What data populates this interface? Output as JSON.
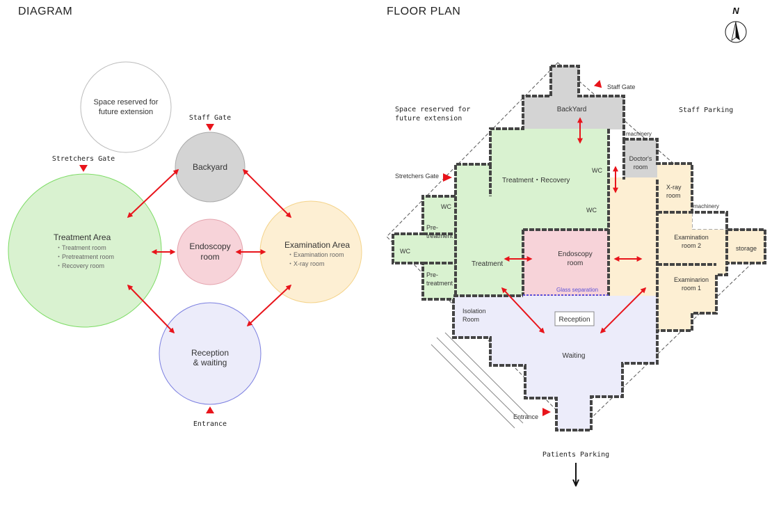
{
  "diagram": {
    "title": "DIAGRAM",
    "future_extension": [
      "Space reserved for",
      "future extension"
    ],
    "staff_gate": "Staff Gate",
    "stretchers_gate": "Stretchers Gate",
    "entrance": "Entrance",
    "backyard": "Backyard",
    "endoscopy": [
      "Endoscopy",
      "room"
    ],
    "treatment": {
      "title": "Treatment Area",
      "items": [
        "・Treatment room",
        "・Pretreatment room",
        "・Recovery room"
      ]
    },
    "examination": {
      "title": "Examination Area",
      "items": [
        "・Examination room",
        "・X-ray room"
      ]
    },
    "reception": [
      "Reception",
      "& waiting"
    ]
  },
  "floor_plan": {
    "title": "FLOOR PLAN",
    "north": "N",
    "future_extension": [
      "Space reserved for",
      "future extension"
    ],
    "staff_parking": "Staff Parking",
    "staff_gate": "Staff Gate",
    "stretchers_gate": "Stretchers Gate",
    "patients_parking": "Patients Parking",
    "backyard": "BackYard",
    "machinery_top": "machinery",
    "doctors_room": [
      "Doctor's",
      "room"
    ],
    "wc": "WC",
    "treatment_recovery": "Treatment・Recovery",
    "xray": [
      "X-ray",
      "room"
    ],
    "machinery_right": "machinery",
    "exam2": [
      "Examination",
      "room 2"
    ],
    "exam1": [
      "Examinarion",
      "room 1"
    ],
    "storage": "storage",
    "pretreatment": [
      "Pre-",
      "treatment"
    ],
    "treatment": "Treatment",
    "endoscopy": [
      "Endoscopy",
      "room"
    ],
    "glass_separation": "Glass separation",
    "isolation": [
      "Isolation",
      "Room"
    ],
    "reception": "Reception",
    "waiting": "Waiting",
    "entrance": "Entrance"
  }
}
